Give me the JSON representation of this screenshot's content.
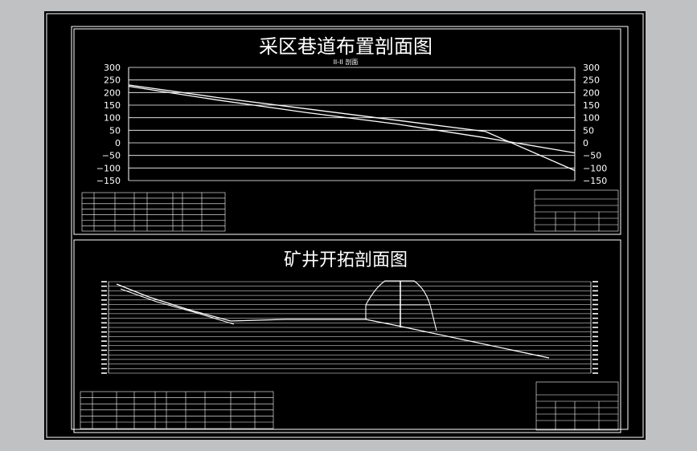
{
  "colors": {
    "background": "#bfc1c3",
    "sheet": "#000000",
    "line": "#ffffff"
  },
  "top_panel": {
    "title": "采区巷道布置剖面图",
    "subtitle": "II-II 剖面",
    "axis_ticks": [
      "300",
      "250",
      "200",
      "150",
      "100",
      "50",
      "0",
      "−50",
      "−100",
      "−150"
    ],
    "chart_data": {
      "type": "line",
      "ylim": [
        -150,
        300
      ],
      "x": [
        0,
        20,
        40,
        60,
        80,
        100
      ],
      "series": [
        {
          "values": [
            230,
            180,
            135,
            90,
            45,
            -110
          ]
        },
        {
          "values": [
            225,
            170,
            120,
            75,
            20,
            -40
          ]
        }
      ]
    }
  },
  "bottom_panel": {
    "title": "矿井开拓剖面图"
  }
}
